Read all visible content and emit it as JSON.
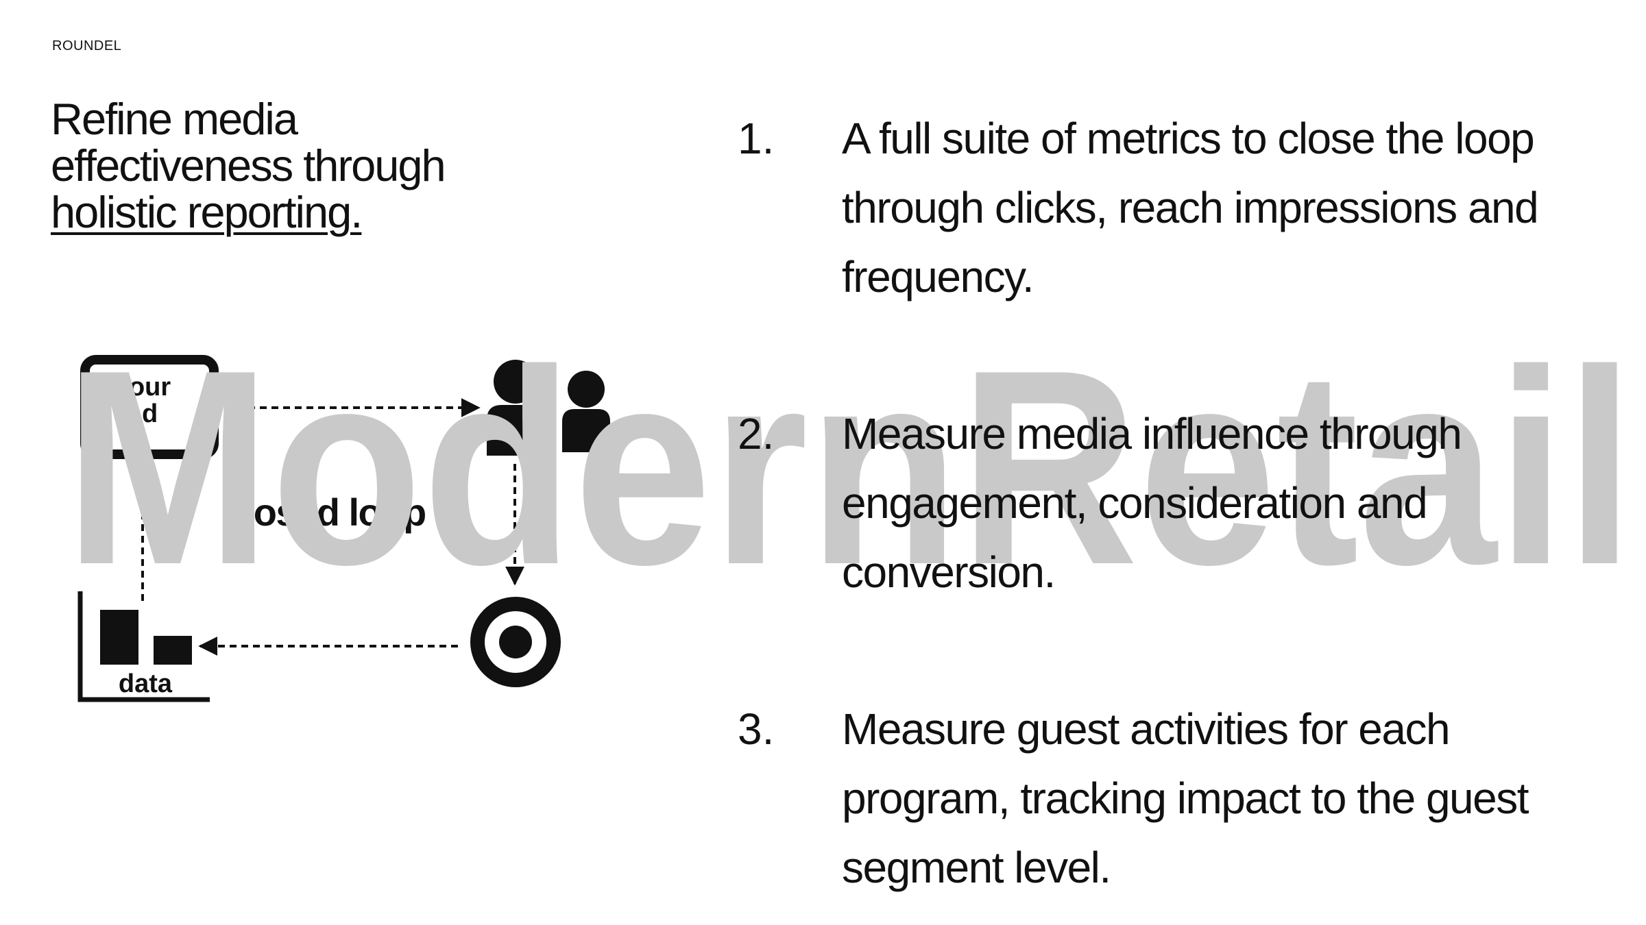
{
  "brand": "ROUNDEL",
  "headline": {
    "line1": "Refine media",
    "line2": "effectiveness through",
    "line3": "holistic reporting."
  },
  "diagram": {
    "ad_label_line1": "your",
    "ad_label_line2": "ad",
    "loop_label": "closed loop",
    "data_label": "data",
    "icons": [
      "tablet-icon",
      "people-icon",
      "bullseye-icon",
      "bar-chart-icon"
    ]
  },
  "watermark": "ModernRetail",
  "colors": {
    "text": "#111111",
    "watermark": "#c9c9c9",
    "background": "#ffffff"
  },
  "items": [
    {
      "number": "1.",
      "lines": [
        "A full suite of metrics to close  the loop",
        "through clicks, reach  impressions and",
        "frequency."
      ]
    },
    {
      "number": "2.",
      "lines": [
        "Measure media influence  through",
        "engagement,  consideration and",
        "conversion."
      ]
    },
    {
      "number": "3.",
      "lines": [
        "Measure guest activities for  each",
        "program, tracking impact  to the guest",
        "segment level."
      ]
    }
  ]
}
